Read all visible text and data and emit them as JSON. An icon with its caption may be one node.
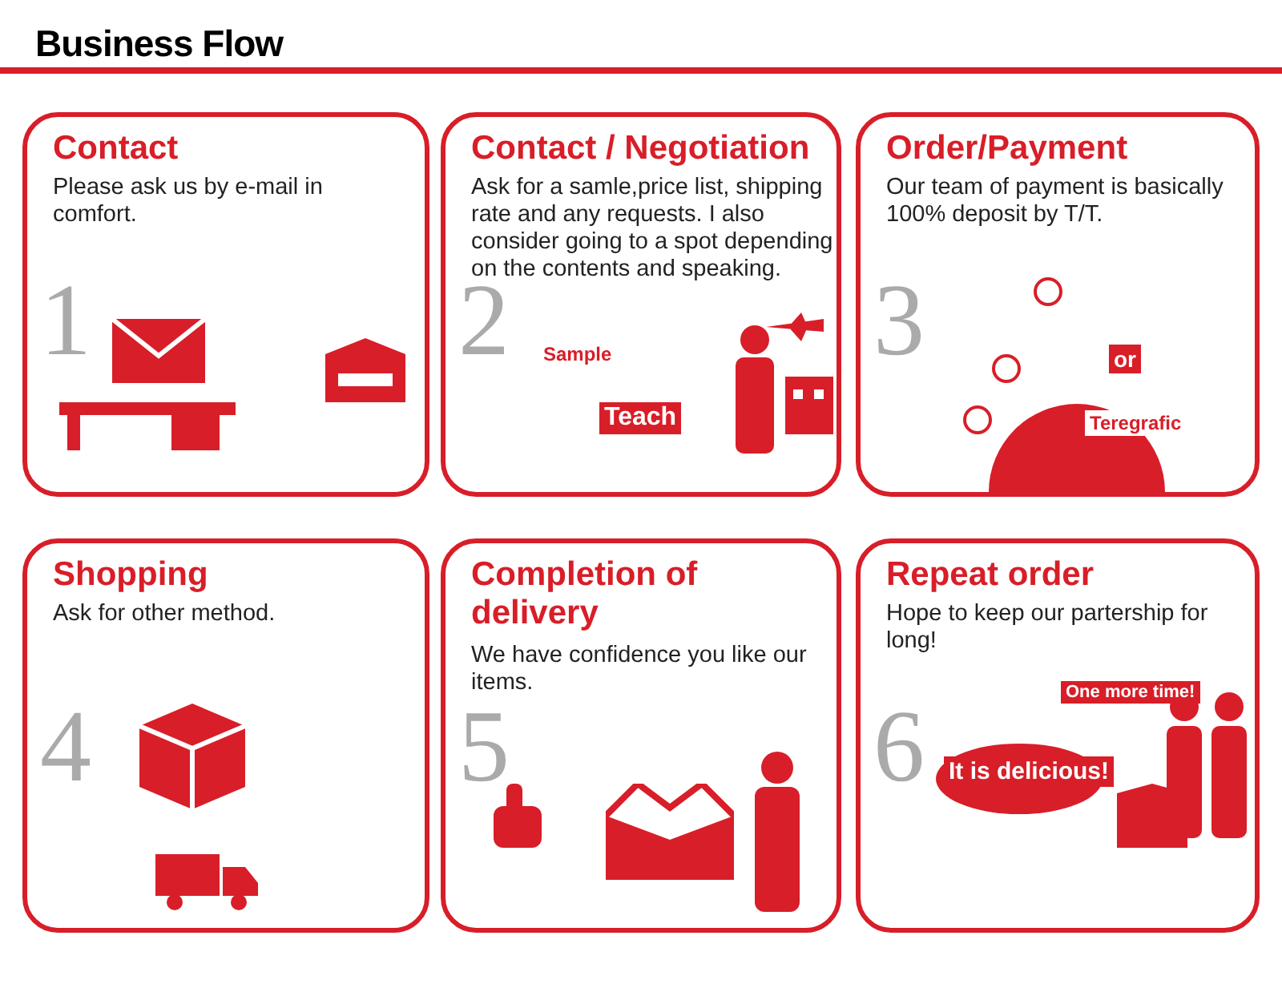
{
  "diagram": {
    "title": "Business Flow",
    "nodes": [
      {
        "text": [
          "Contact",
          "Please ask us by e-mail in comfort.",
          "1"
        ]
      },
      {
        "text": [
          "Contact / Negotiation",
          "Ask for a samle,price list, shipping rate and any requests. I also consider going to a spot depending on the contents and speaking.",
          "2",
          "Sample",
          "Teach"
        ]
      },
      {
        "text": [
          "Order/Payment",
          "Our team of payment is basically 100% deposit by T/T.",
          "3",
          "or",
          "Teregrafic"
        ]
      },
      {
        "text": [
          "Shopping",
          "Ask for other method.",
          "4"
        ]
      },
      {
        "text": [
          "Completion of delivery",
          "We have confidence you like our items.",
          "5"
        ]
      },
      {
        "text": [
          "Repeat order",
          "Hope to keep our partership for long!",
          "6",
          "One more time!",
          "It is delicious!"
        ]
      }
    ]
  }
}
